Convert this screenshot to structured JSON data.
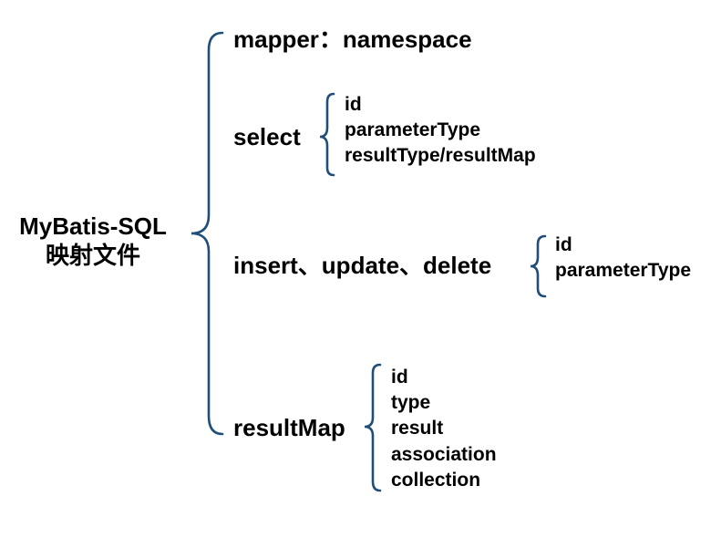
{
  "root": {
    "line1": "MyBatis-SQL",
    "line2": "映射文件"
  },
  "branches": {
    "mapper": {
      "label": "mapper：namespace"
    },
    "select": {
      "label": "select",
      "items": [
        "id",
        "parameterType",
        "resultType/resultMap"
      ]
    },
    "iud": {
      "label": "insert、update、delete",
      "items": [
        "id",
        "parameterType"
      ]
    },
    "resultMap": {
      "label": "resultMap",
      "items": [
        "id",
        "type",
        "result",
        "association",
        "collection"
      ]
    }
  },
  "colors": {
    "bracket": "#1f4e79",
    "text": "#000000"
  }
}
